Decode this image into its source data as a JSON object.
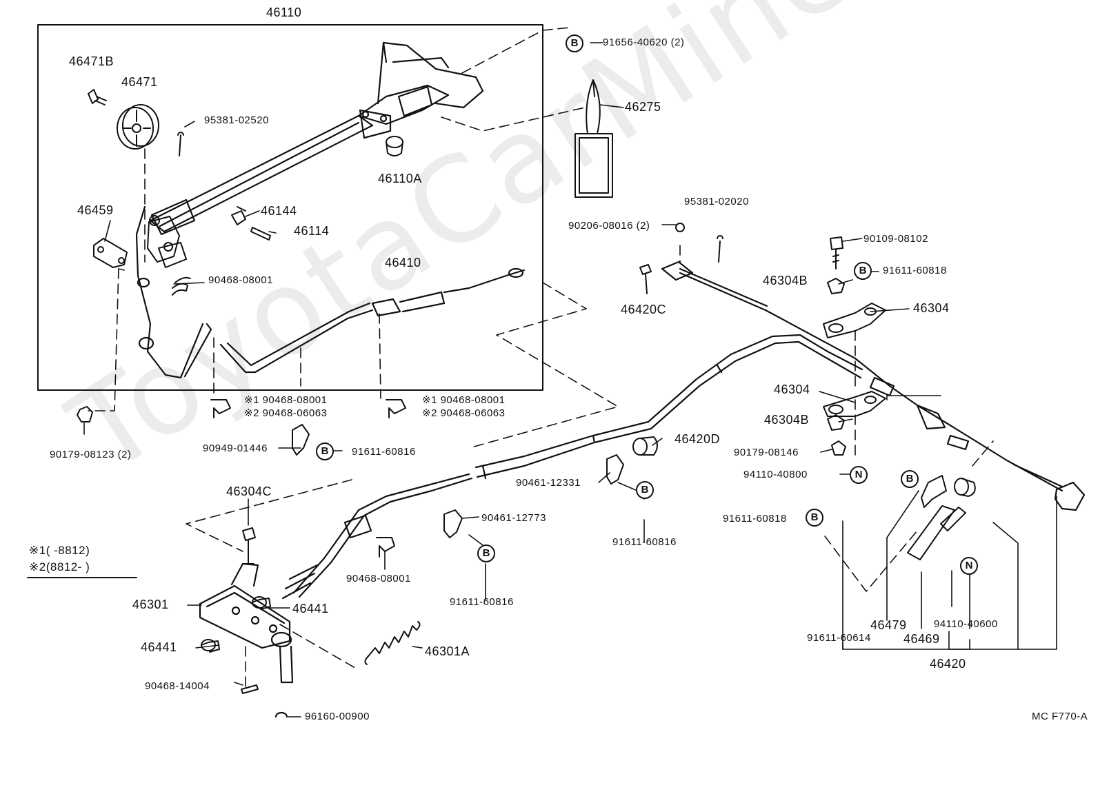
{
  "watermark": "ToyotaCarMine.ru",
  "diagram_code": "MC  F770-A",
  "footnote": {
    "line1": "※1(      -8812)",
    "line2": "※2(8812-        )"
  },
  "circle_letters": {
    "b": "B",
    "n": "N"
  },
  "labels": {
    "p46110": "46110",
    "p46471B": "46471B",
    "p46471": "46471",
    "p95381_02520": "95381-02520",
    "p46110A": "46110A",
    "p46459": "46459",
    "p46144": "46144",
    "p46114": "46114",
    "p90468_08001_a": "90468-08001",
    "p46410": "46410",
    "p90179_08123": "90179-08123 (2)",
    "clip1_line1": "※1 90468-08001",
    "clip1_line2": "※2 90468-06063",
    "clip2_line1": "※1 90468-08001",
    "clip2_line2": "※2 90468-06063",
    "p90949_01446": "90949-01446",
    "p91611_60816_a": "91611-60816",
    "p91656_40620": "91656-40620 (2)",
    "p46275": "46275",
    "p95381_02020": "95381-02020",
    "p90206_08016": "90206-08016 (2)",
    "p90109_08102": "90109-08102",
    "p91611_60818_a": "91611-60818",
    "p46304B_a": "46304B",
    "p46420C": "46420C",
    "p46304_a": "46304",
    "p46304_b": "46304",
    "p46304B_b": "46304B",
    "p46420D": "46420D",
    "p90179_08146": "90179-08146",
    "p94110_40800": "94110-40800",
    "p90461_12331": "90461-12331",
    "p91611_60816_b": "91611-60816",
    "p91611_60818_b": "91611-60818",
    "p46304C": "46304C",
    "p90461_12773": "90461-12773",
    "p91611_60816_c": "91611-60816",
    "p46301": "46301",
    "p46441_a": "46441",
    "p90468_08001_b": "90468-08001",
    "p46441_b": "46441",
    "p46301A": "46301A",
    "p90468_14004": "90468-14004",
    "p96160_00900": "96160-00900",
    "p46479": "46479",
    "p46469": "46469",
    "p94110_40600": "94110-40600",
    "p91611_60614": "91611-60614",
    "p46420": "46420"
  }
}
